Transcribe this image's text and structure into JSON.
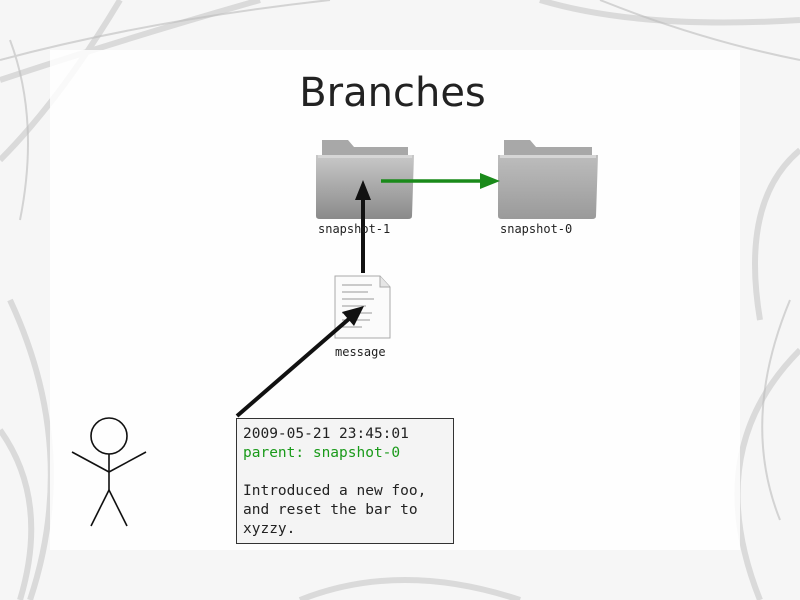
{
  "slide": {
    "title": "Branches"
  },
  "nodes": {
    "snapshot_1": "snapshot-1",
    "snapshot_0": "snapshot-0",
    "message": "message"
  },
  "commit": {
    "date": "2009-05-21 23:45:01",
    "parent": "parent: snapshot-0",
    "body_lines": [
      "Introduced a new foo,",
      "and reset the bar to",
      "xyzzy."
    ]
  },
  "colors": {
    "branch_arrow": "#1a8a1a",
    "parent_text": "#1a9a1a",
    "ref_arrow": "#111111"
  },
  "icons": [
    "folder-icon",
    "document-icon",
    "stick-figure-icon"
  ]
}
